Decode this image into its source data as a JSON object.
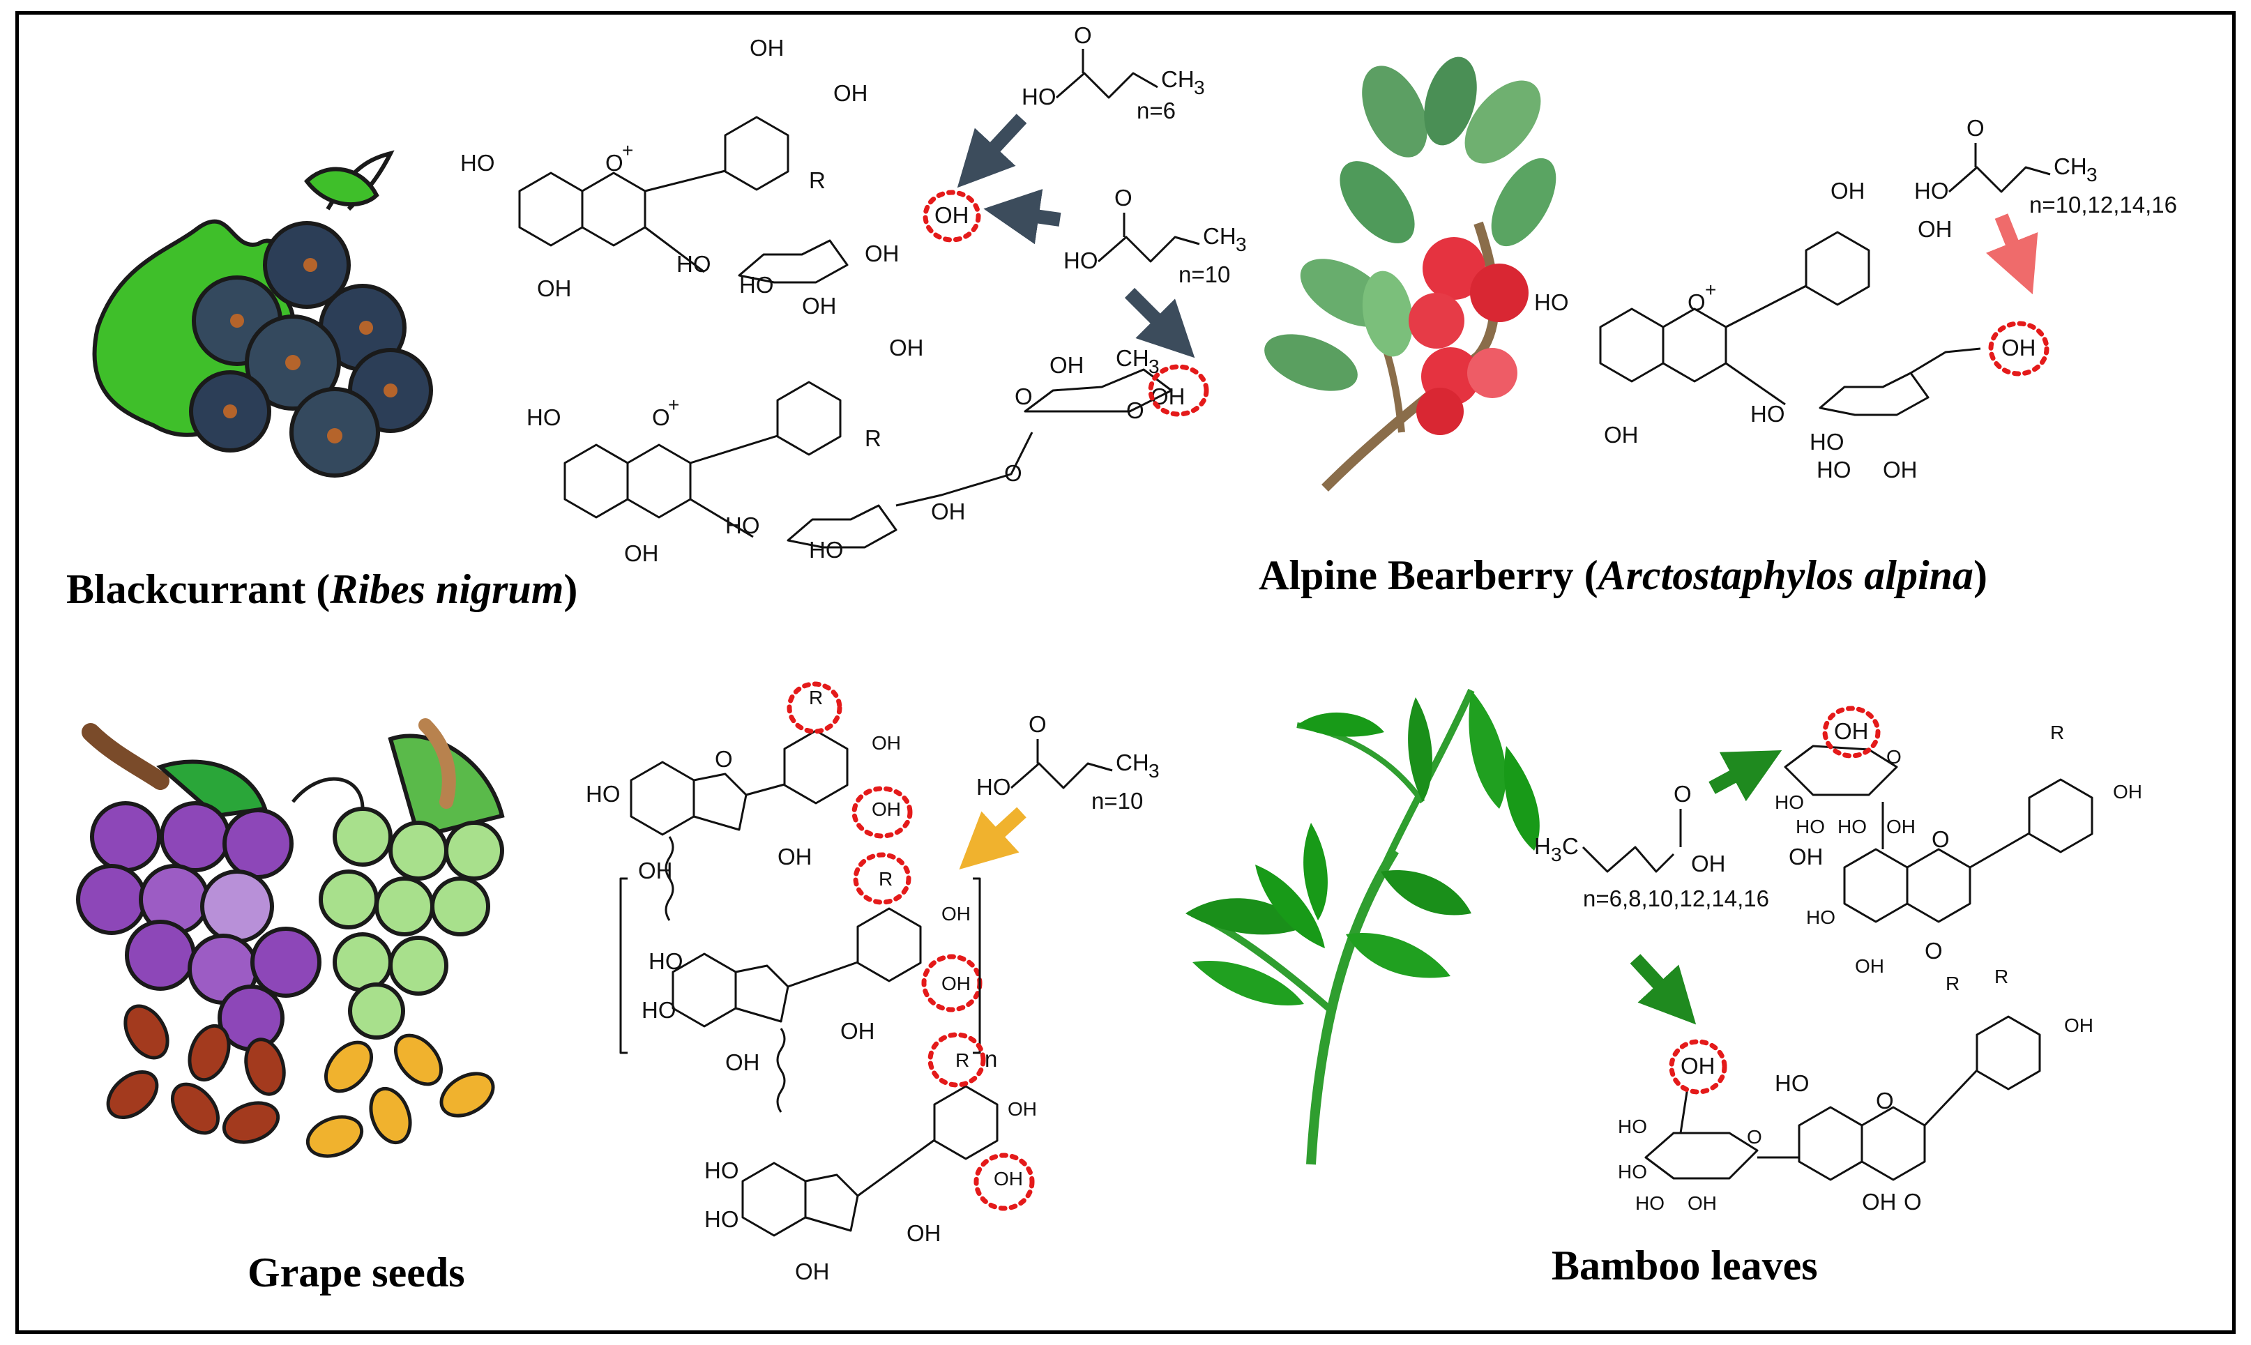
{
  "colors": {
    "border": "#000000",
    "ester_site": "#e41a1a",
    "arrow_blackcurrant": "#3c4c5c",
    "arrow_bearberry": "#ef6b6b",
    "arrow_grape": "#f0b22e",
    "arrow_bamboo": "#1f8a1f"
  },
  "panels": {
    "blackcurrant": {
      "caption": "Blackcurrant (",
      "caption_species": "Ribes nigrum",
      "caption_close": ")",
      "icon": "blackcurrant-icon",
      "acid_a_n": "n=6",
      "acid_b_n": "n=10"
    },
    "bearberry": {
      "caption": "Alpine Bearberry (",
      "caption_species": "Arctostaphylos alpina",
      "caption_close": ")",
      "icon": "bearberry-branch-icon",
      "acid_n": "n=10,12,14,16"
    },
    "grape": {
      "caption": "Grape seeds",
      "icon": "grape-seeds-icon",
      "acid_n": "n=10",
      "repeat": "n"
    },
    "bamboo": {
      "caption": "Bamboo leaves",
      "icon": "bamboo-leaves-icon",
      "acid_n": "n=6,8,10,12,14,16"
    }
  },
  "labels": {
    "oh": "OH",
    "ho": "HO",
    "r": "R",
    "o": "O",
    "o_plus": "O",
    "plus": "+",
    "ch3": "CH",
    "three": "3",
    "h3c": "H",
    "c": "C"
  }
}
